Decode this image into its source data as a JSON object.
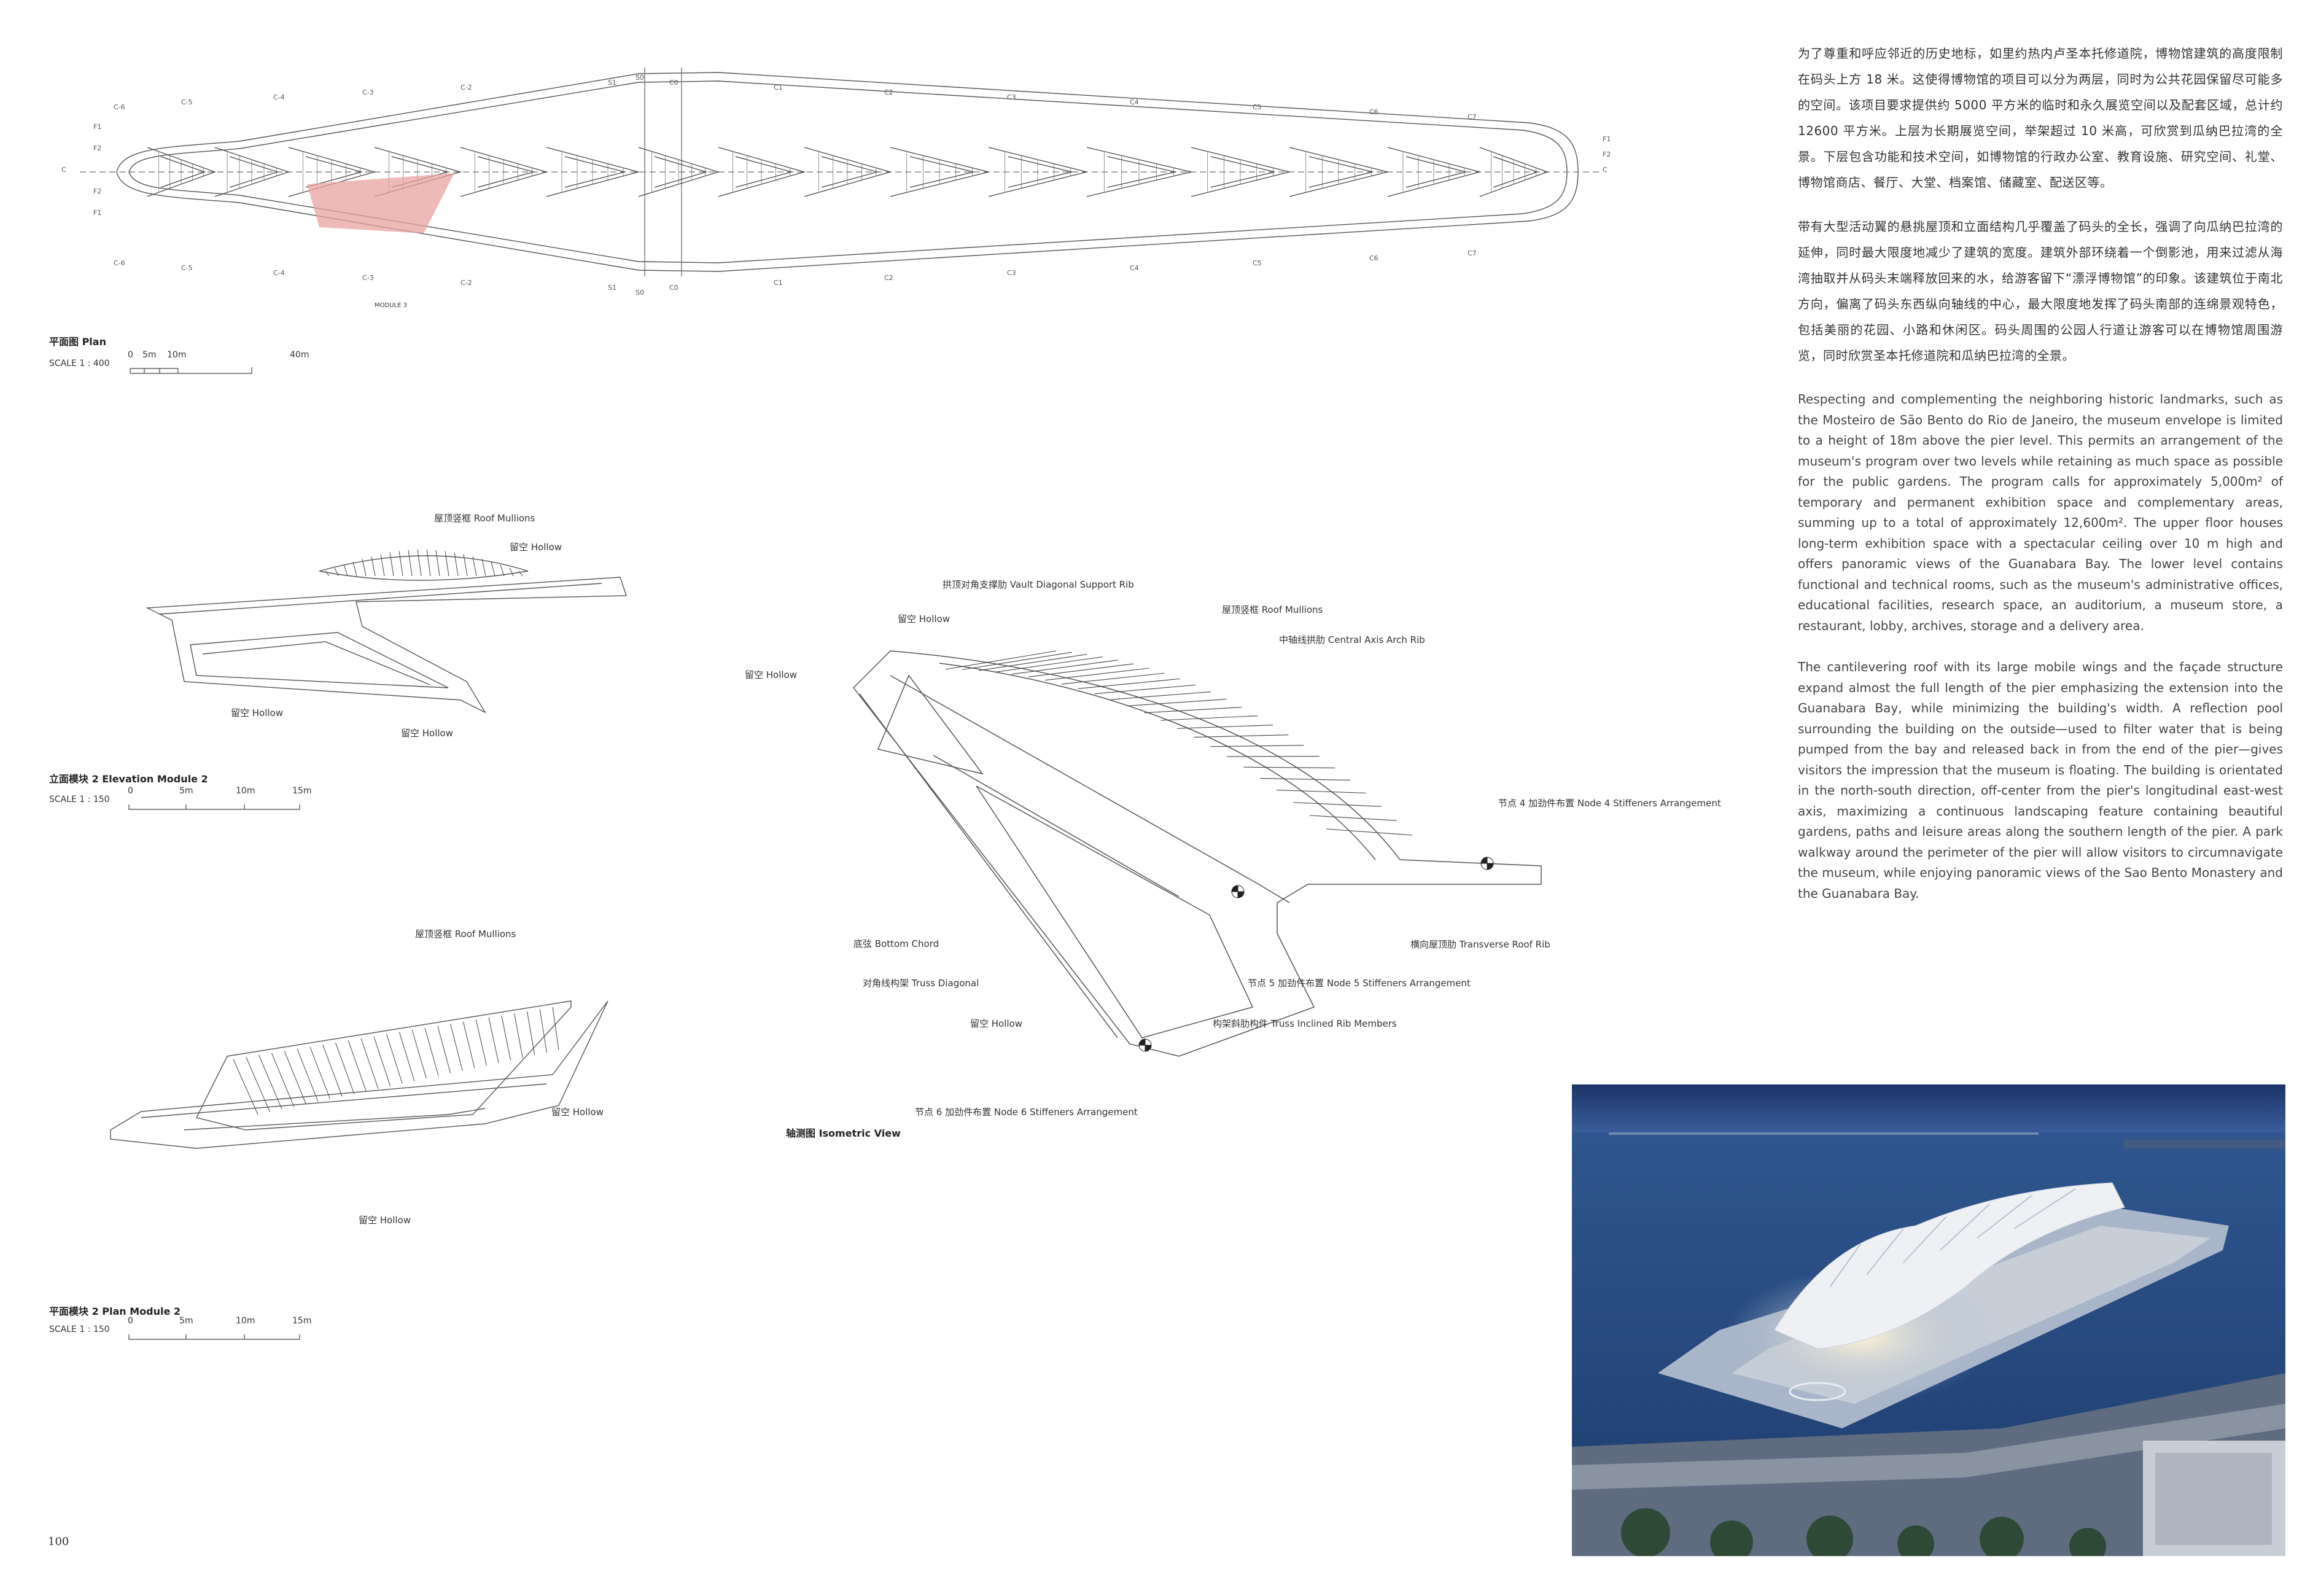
{
  "plan": {
    "title": "平面图 Plan",
    "scale_prefix": "SCALE 1 : 400",
    "ticks": [
      "0",
      "5m",
      "10m",
      "40m"
    ],
    "module_label": "MODULE 3",
    "grid_top": [
      "C-6",
      "C-5",
      "C-4",
      "C-3",
      "C-2",
      "S1",
      "S0",
      "C0",
      "C1",
      "C2",
      "C3",
      "C4",
      "C5",
      "C6",
      "C7"
    ],
    "grid_bottom": [
      "C-6",
      "C-5",
      "C-4",
      "C-3",
      "C-2",
      "S1",
      "S0",
      "C0",
      "C1",
      "C2",
      "C3",
      "C4",
      "C5",
      "C6",
      "C7"
    ],
    "end_left": [
      "F1",
      "F2",
      "C",
      "F2",
      "F1"
    ],
    "end_right": [
      "F1",
      "F2",
      "C"
    ]
  },
  "elevation": {
    "title": "立面模块 2 Elevation Module 2",
    "scale_prefix": "SCALE 1 : 150",
    "ticks": [
      "0",
      "5m",
      "10m",
      "15m"
    ],
    "labels": {
      "roof_mullions": "屋顶竖框 Roof Mullions",
      "hollow_a": "留空 Hollow",
      "hollow_b": "留空 Hollow",
      "hollow_c": "留空 Hollow"
    }
  },
  "module_plan": {
    "title": "平面模块 2 Plan Module 2",
    "scale_prefix": "SCALE 1 : 150",
    "ticks": [
      "0",
      "5m",
      "10m",
      "15m"
    ],
    "labels": {
      "roof_mullions": "屋顶竖框 Roof Mullions",
      "hollow_a": "留空 Hollow",
      "hollow_b": "留空 Hollow"
    }
  },
  "isometric": {
    "title": "轴测图 Isometric View",
    "labels": {
      "vault_rib": "拱顶对角支撑肋 Vault Diagonal Support Rib",
      "hollow_top": "留空 Hollow",
      "roof_mullions": "屋顶竖框 Roof Mullions",
      "central_rib": "中轴线拱肋 Central Axis Arch Rib",
      "hollow_left": "留空 Hollow",
      "node4": "节点 4 加劲件布置 Node 4 Stiffeners Arrangement",
      "bottom_chord": "底弦 Bottom Chord",
      "transverse_rib": "横向屋顶肋 Transverse Roof Rib",
      "truss_diagonal": "对角线构架 Truss Diagonal",
      "node5": "节点 5 加劲件布置 Node 5 Stiffeners Arrangement",
      "hollow_bottom": "留空 Hollow",
      "truss_inclined": "构架斜肋构件 Truss Inclined Rib Members",
      "node6": "节点 6 加劲件布置 Node 6 Stiffeners Arrangement"
    }
  },
  "text": {
    "cn_p1": "为了尊重和呼应邻近的历史地标，如里约热内卢圣本托修道院，博物馆建筑的高度限制在码头上方 18 米。这使得博物馆的项目可以分为两层，同时为公共花园保留尽可能多的空间。该项目要求提供约 5000 平方米的临时和永久展览空间以及配套区域，总计约 12600 平方米。上层为长期展览空间，举架超过 10 米高，可欣赏到瓜纳巴拉湾的全景。下层包含功能和技术空间，如博物馆的行政办公室、教育设施、研究空间、礼堂、博物馆商店、餐厅、大堂、档案馆、储藏室、配送区等。",
    "cn_p2": "带有大型活动翼的悬挑屋顶和立面结构几乎覆盖了码头的全长，强调了向瓜纳巴拉湾的延伸，同时最大限度地减少了建筑的宽度。建筑外部环绕着一个倒影池，用来过滤从海湾抽取并从码头末端释放回来的水，给游客留下“漂浮博物馆”的印象。该建筑位于南北方向，偏离了码头东西纵向轴线的中心，最大限度地发挥了码头南部的连绵景观特色，包括美丽的花园、小路和休闲区。码头周围的公园人行道让游客可以在博物馆周围游览，同时欣赏圣本托修道院和瓜纳巴拉湾的全景。",
    "en_p1": "Respecting and complementing the neighboring historic landmarks, such as the Mosteiro de São Bento do Rio de Janeiro, the museum envelope is limited to a height of 18m above the pier level. This permits an arrangement of the museum's program over two levels while retaining as much space as possible for the public gardens. The program calls for approximately 5,000m² of temporary and permanent exhibition space and complementary areas, summing up to a total of approximately 12,600m². The upper floor houses long-term exhibition space with a spectacular ceiling over 10 m high and offers panoramic views of the Guanabara Bay. The lower level contains functional and technical rooms, such as the museum's administrative offices, educational facilities, research space, an auditorium, a museum store, a restaurant, lobby, archives, storage and a delivery area.",
    "en_p2": "The cantilevering roof with its large mobile wings and the façade structure expand almost the full length of the pier emphasizing the extension into the Guanabara Bay, while minimizing the building's width. A reflection pool surrounding the building on the outside—used to filter water that is being pumped from the bay and released back in from the end of the pier—gives visitors the impression that the museum is floating. The building is orientated in the north-south direction, off-center from the pier's longitudinal east-west axis, maximizing a continuous landscaping feature containing beautiful gardens, paths and leisure areas along the southern length of the pier. A park walkway around the perimeter of the pier will allow visitors to circumnavigate the museum, while enjoying panoramic views of the Sao Bento Monastery and the Guanabara Bay."
  },
  "page_number": "100",
  "colors": {
    "module_highlight": "#e8a3a0",
    "sky": "#1f3a73",
    "sea": "#2b4f8c"
  }
}
